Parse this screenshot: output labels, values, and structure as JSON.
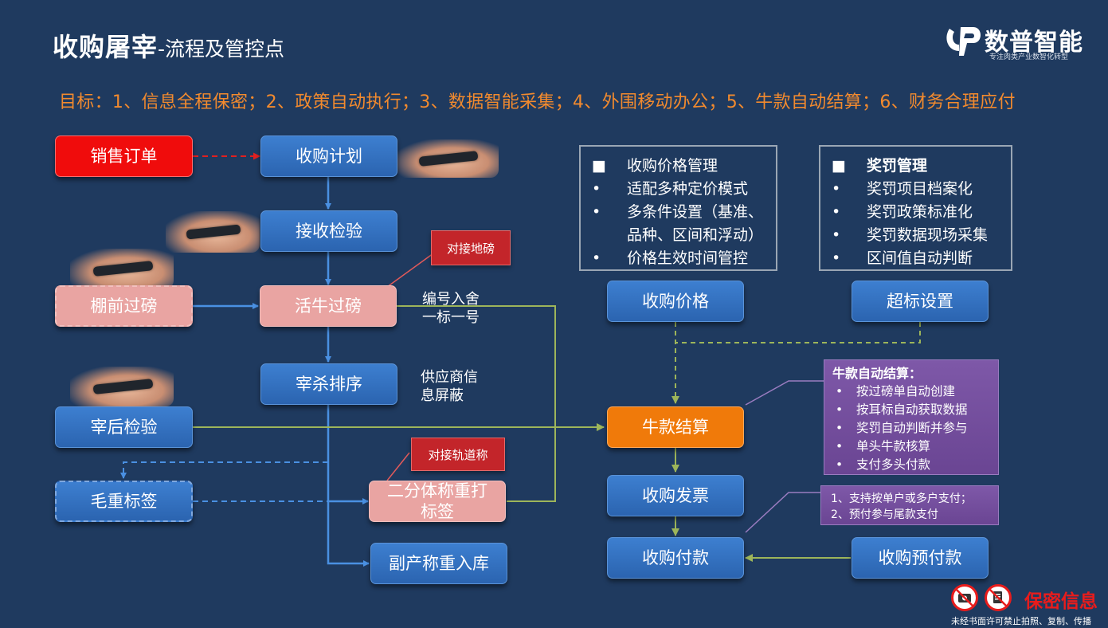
{
  "header": {
    "title_main": "收购屠宰",
    "title_sub": "-流程及管控点",
    "goal": "目标：1、信息全程保密；2、政策自动执行；3、数据智能采集；4、外围移动办公；5、牛款自动结算；6、财务合理应付"
  },
  "logo": {
    "name": "数普智能",
    "slogan": "专注肉类产业数智化转型"
  },
  "nodes": {
    "sales_order": "销售订单",
    "purchase_plan": "收购计划",
    "receive_inspect": "接收检验",
    "pen_weigh": "棚前过磅",
    "live_weigh": "活牛过磅",
    "slaughter_sort": "宰杀排序",
    "post_inspect": "宰后检验",
    "gross_label": "毛重标签",
    "half_weigh": "二分体称重打标签",
    "by_product": "副产称重入库",
    "purchase_price": "收购价格",
    "over_standard": "超标设置",
    "settlement": "牛款结算",
    "invoice": "收购发票",
    "payment": "收购付款",
    "prepayment": "收购预付款"
  },
  "tags": {
    "ground_scale": "对接地磅",
    "rail_scale": "对接轨道称"
  },
  "notes": {
    "pen_number_1": "编号入舍",
    "pen_number_2": "一标一号",
    "supplier_1": "供应商信",
    "supplier_2": "息屏蔽"
  },
  "price_panel": {
    "bullet_square": "■",
    "bullet_dot": "•",
    "heading": "收购价格管理",
    "items": [
      "适配多种定价模式",
      "多条件设置（基准、",
      "品种、区间和浮动）",
      "价格生效时间管控"
    ]
  },
  "reward_panel": {
    "heading": "奖罚管理",
    "items": [
      "奖罚项目档案化",
      "奖罚政策标准化",
      "奖罚数据现场采集",
      "区间值自动判断"
    ]
  },
  "settle_panel": {
    "heading": "牛款自动结算：",
    "items": [
      "按过磅单自动创建",
      "按耳标自动获取数据",
      "奖罚自动判断并参与",
      "单头牛款核算",
      "支付多头付款"
    ]
  },
  "pay_panel": {
    "items": [
      "1、支持按单户或多户支付；",
      "2、预付参与尾款支付"
    ]
  },
  "footer": {
    "secret_label": "保密信息",
    "secret_note": "未经书面许可禁止拍照、复制、传播"
  },
  "colors": {
    "background": "#1f3a5f",
    "node_blue": "#2f6cbc",
    "node_pink": "#e9a4a2",
    "node_red": "#f00c0c",
    "node_orange": "#f07a0a",
    "goal_orange": "#f28a2e",
    "line_blue": "#4a90e2",
    "line_green": "#8fae4c",
    "panel_purple": "#74509e"
  },
  "icons": [
    "no-camera-icon",
    "no-copy-icon",
    "phone-hand-icon"
  ]
}
